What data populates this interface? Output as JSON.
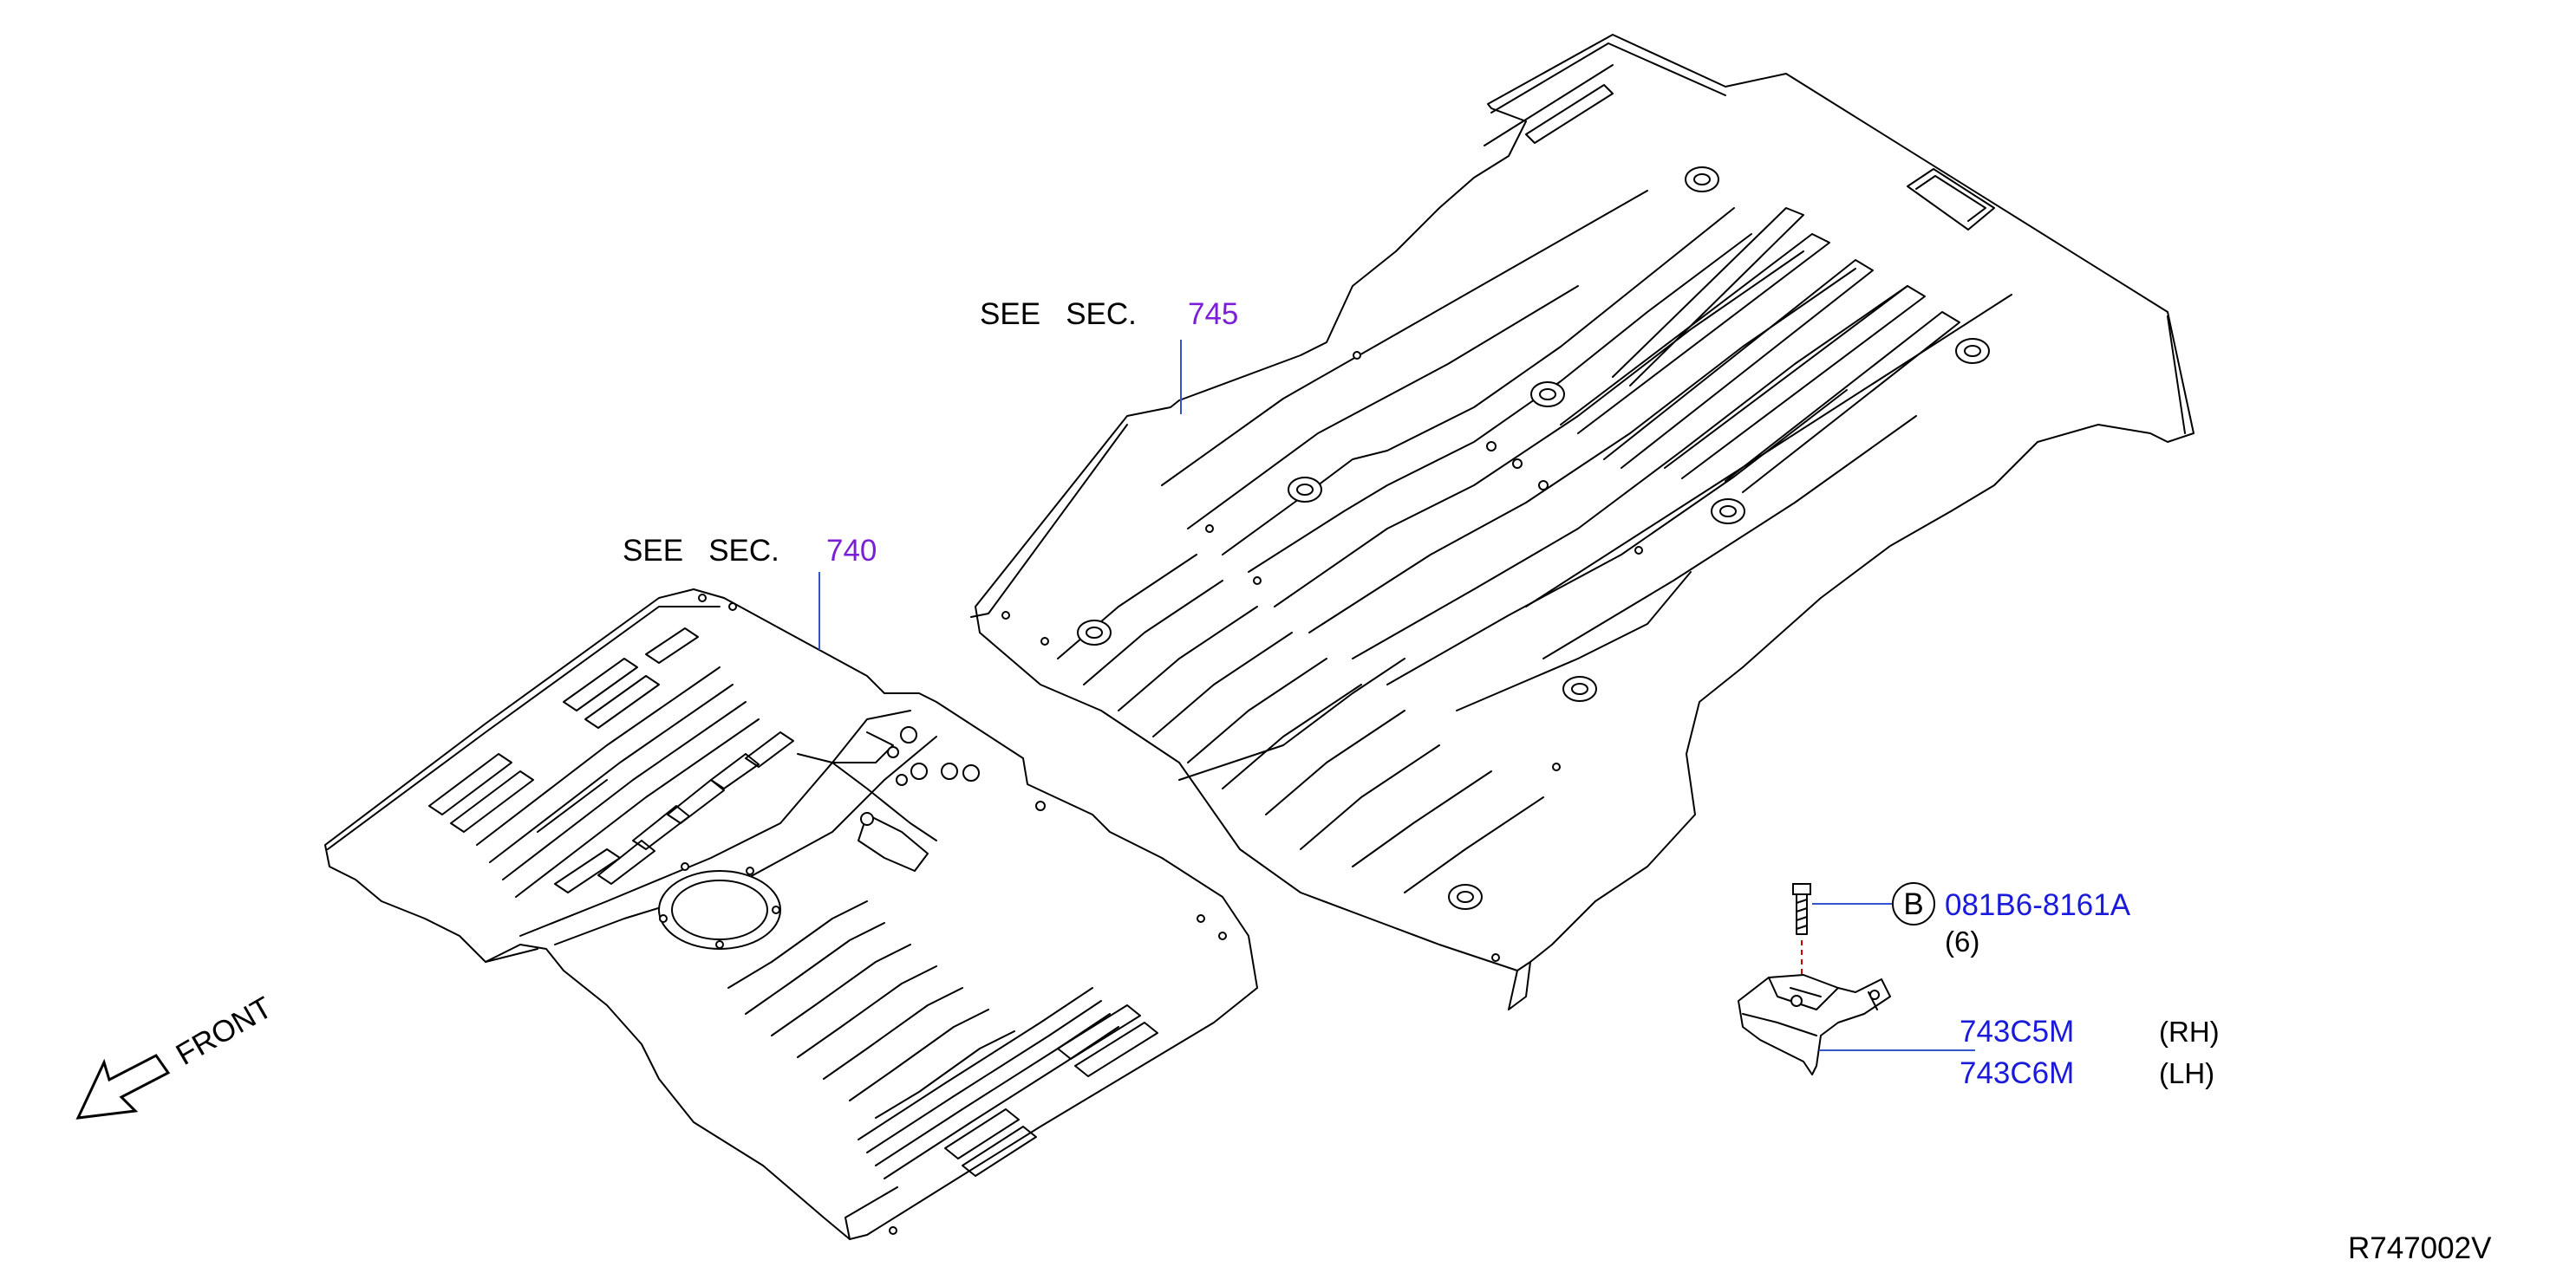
{
  "colors": {
    "line": "#000000",
    "section_ref": "#7a1fd6",
    "part_number": "#1a1adb",
    "leader": "#3355cc",
    "dash": "#cc0000"
  },
  "section_refs": [
    {
      "prefix": "SEE   SEC.",
      "number": "745"
    },
    {
      "prefix": "SEE   SEC.",
      "number": "740"
    }
  ],
  "bolt": {
    "callout": "B",
    "part_number": "081B6-8161A",
    "quantity": "(6)"
  },
  "brackets": [
    {
      "part_number": "743C5M",
      "side": "(RH)"
    },
    {
      "part_number": "743C6M",
      "side": "(LH)"
    }
  ],
  "front": {
    "label": "FRONT",
    "icon": "arrow-icon"
  },
  "diagram_code": "R747002V"
}
